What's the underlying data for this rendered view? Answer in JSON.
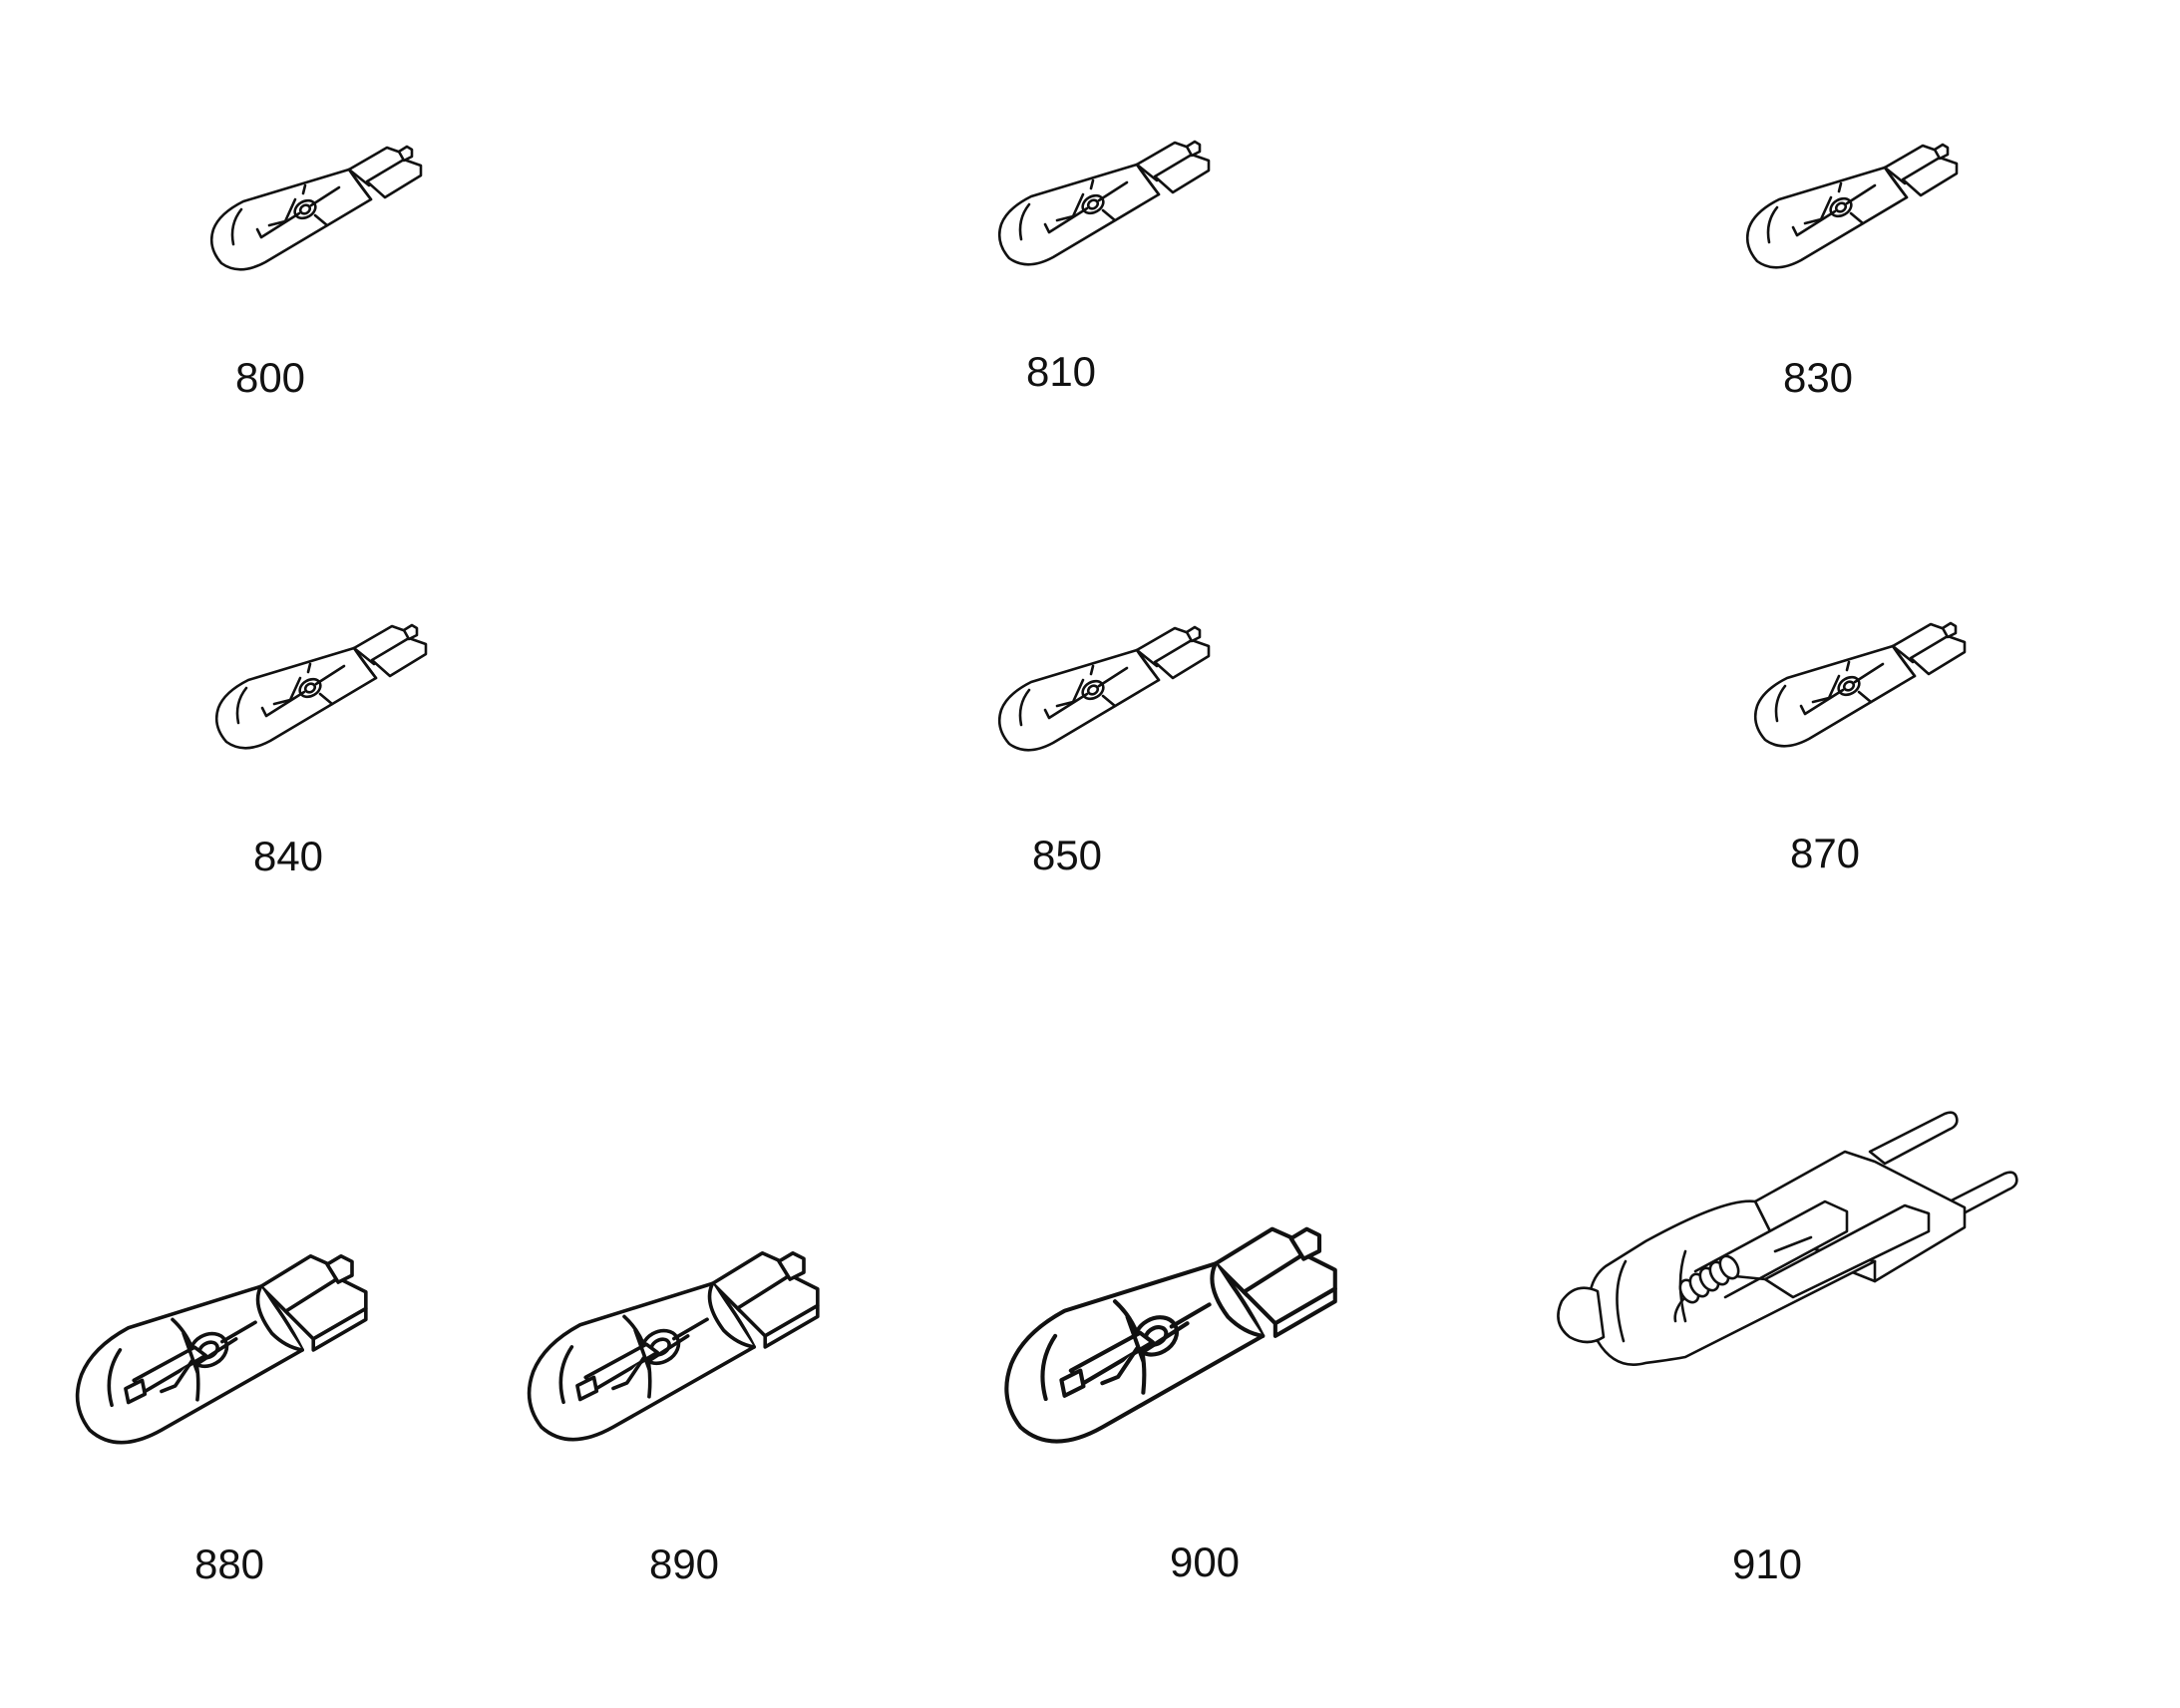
{
  "figure": {
    "items": [
      {
        "ref": "800",
        "kind": "wedge-base-lamp-small"
      },
      {
        "ref": "810",
        "kind": "wedge-base-lamp-small"
      },
      {
        "ref": "830",
        "kind": "wedge-base-lamp-small"
      },
      {
        "ref": "840",
        "kind": "wedge-base-lamp-small"
      },
      {
        "ref": "850",
        "kind": "wedge-base-lamp-small"
      },
      {
        "ref": "870",
        "kind": "wedge-base-lamp-small"
      },
      {
        "ref": "880",
        "kind": "wedge-base-lamp-large"
      },
      {
        "ref": "890",
        "kind": "wedge-base-lamp-large"
      },
      {
        "ref": "900",
        "kind": "wedge-base-lamp-large"
      },
      {
        "ref": "910",
        "kind": "bi-pin-halogen-lamp"
      }
    ]
  },
  "colors": {
    "line": "#111111",
    "background": "#ffffff"
  }
}
